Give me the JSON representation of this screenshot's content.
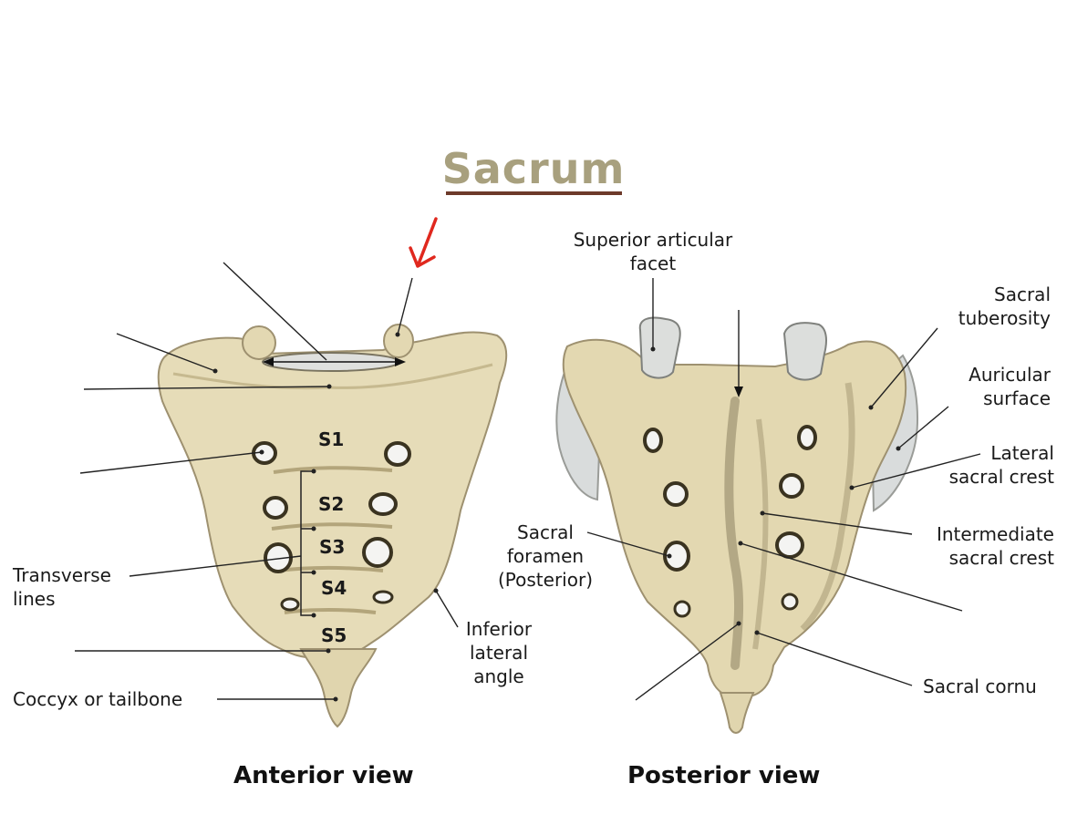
{
  "title": "Sacrum",
  "views": {
    "anterior": "Anterior view",
    "posterior": "Posterior view"
  },
  "segments": [
    "S1",
    "S2",
    "S3",
    "S4",
    "S5"
  ],
  "labels": {
    "transverse_lines": [
      "Transverse",
      "lines"
    ],
    "coccyx": "Coccyx or tailbone",
    "inferior_lateral_angle": [
      "Inferior",
      "lateral",
      "angle"
    ],
    "superior_articular_facet": [
      "Superior articular",
      "facet"
    ],
    "sacral_tuberosity": [
      "Sacral",
      "tuberosity"
    ],
    "auricular_surface": [
      "Auricular",
      "surface"
    ],
    "lateral_sacral_crest": [
      "Lateral",
      "sacral crest"
    ],
    "intermediate_sacral_crest": [
      "Intermediate",
      "sacral crest"
    ],
    "sacral_foramen": [
      "Sacral",
      "foramen",
      "(Posterior)"
    ],
    "sacral_cornu": "Sacral cornu"
  },
  "colors": {
    "bone": "#e6dcb8",
    "bone_shadow": "#b8ab82",
    "cartilage": "#d9dcdc",
    "title": "#a8a07e",
    "title_rule": "#6d3a2a",
    "annotation_arrow": "#e0281e"
  }
}
